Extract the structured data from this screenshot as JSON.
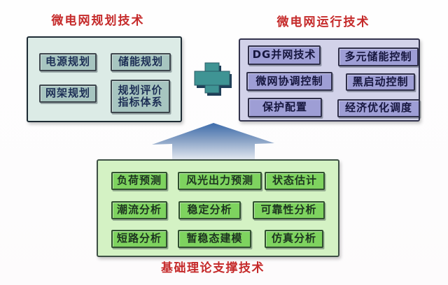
{
  "titles": {
    "planning": "微电网规划技术",
    "operation": "微电网运行技术",
    "foundation": "基础理论支撑技术"
  },
  "planning": {
    "items": [
      "电源规划",
      "储能规划",
      "网架规划",
      "规划评价指标体系"
    ]
  },
  "operation": {
    "items": [
      "DG并网技术",
      "多元储能控制",
      "微网协调控制",
      "黑启动控制",
      "保护配置",
      "经济优化调度"
    ]
  },
  "foundation": {
    "items": [
      "负荷预测",
      "风光出力预测",
      "状态估计",
      "潮流分析",
      "稳定分析",
      "可靠性分析",
      "短路分析",
      "暂稳态建模",
      "仿真分析"
    ]
  },
  "icons": {
    "plus": "plus-icon",
    "arrow": "up-arrow-icon"
  },
  "colors": {
    "title_red": "#c52a2a",
    "planning_panel": "#dcebe6",
    "planning_item": "#a7c5c0",
    "operation_panel": "#d2d2e9",
    "operation_item": "#9e9ed5",
    "foundation_panel": "#d4f2c4",
    "foundation_item": "#7ed35f",
    "plus_teal": "#3f9494",
    "arrow_blue": "#3d6cab",
    "text_dark": "#1a2440"
  }
}
